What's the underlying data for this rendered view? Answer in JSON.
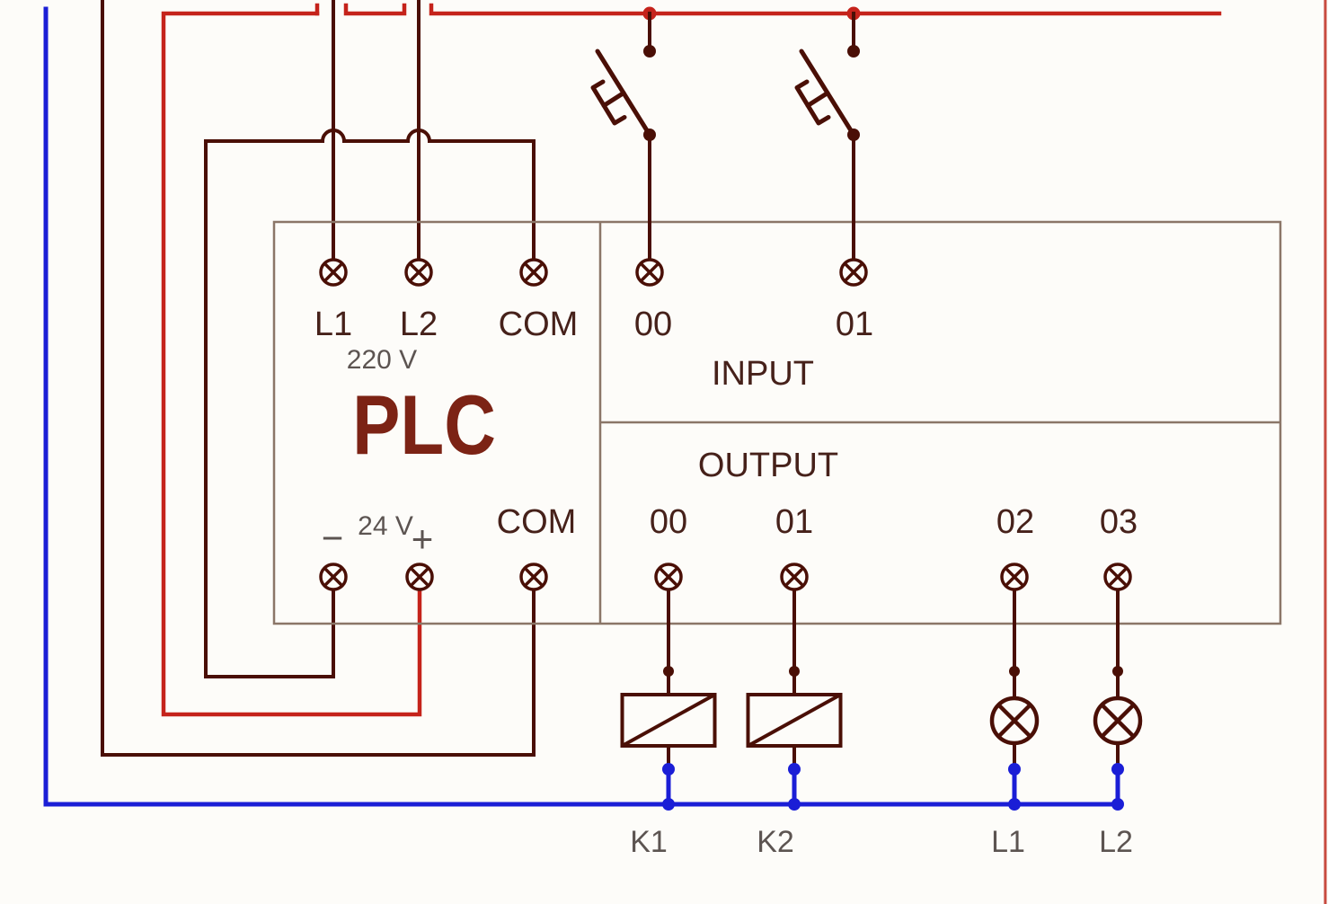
{
  "colors": {
    "wire": "#4a0f06",
    "red": "#c5231b",
    "blue": "#1b1ed6",
    "box": "#8b7668",
    "labelDark": "#46211a",
    "labelGray": "#5c5451",
    "plc": "#7c2315",
    "bg": "#fdfcf9"
  },
  "plc": {
    "title": "PLC",
    "ac_terminals": [
      "L1",
      "L2",
      "COM"
    ],
    "ac_voltage": "220 V",
    "dc_voltage": "24 V",
    "dc_minus": "−",
    "dc_plus": "+",
    "dc_com": "COM",
    "input": {
      "label": "INPUT",
      "terminals": [
        "00",
        "01"
      ]
    },
    "output": {
      "label": "OUTPUT",
      "terminals": [
        "00",
        "01",
        "02",
        "03"
      ]
    }
  },
  "loads": {
    "relays": [
      "K1",
      "K2"
    ],
    "lamps": [
      "L1",
      "L2"
    ]
  }
}
